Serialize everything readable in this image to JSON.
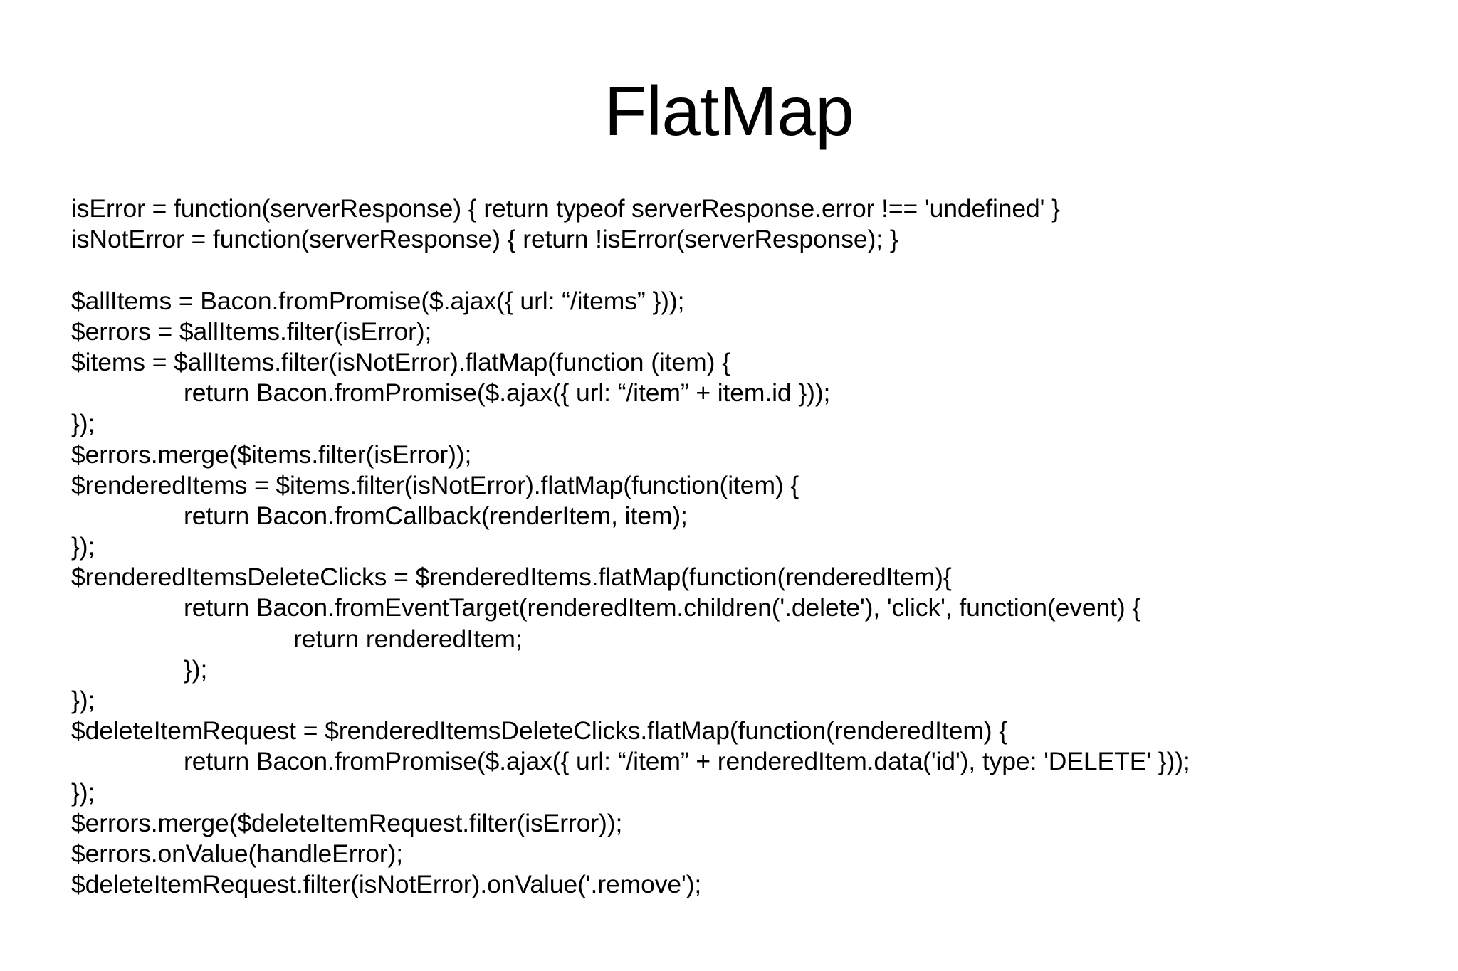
{
  "slide": {
    "title": "FlatMap",
    "background_color": "#ffffff",
    "text_color": "#000000"
  },
  "code": {
    "lines": [
      {
        "indent": 1,
        "text": "isError = function(serverResponse) { return typeof serverResponse.error !== 'undefined' }"
      },
      {
        "indent": 1,
        "text": "isNotError = function(serverResponse) { return !isError(serverResponse); }"
      },
      {
        "indent": 1,
        "text": ""
      },
      {
        "indent": 1,
        "text": "$allItems = Bacon.fromPromise($.ajax({ url: “/items” }));"
      },
      {
        "indent": 1,
        "text": "$errors = $allItems.filter(isError);"
      },
      {
        "indent": 1,
        "text": "$items = $allItems.filter(isNotError).flatMap(function (item) {"
      },
      {
        "indent": 2,
        "text": "return Bacon.fromPromise($.ajax({ url: “/item” + item.id }));"
      },
      {
        "indent": 1,
        "text": "});"
      },
      {
        "indent": 1,
        "text": "$errors.merge($items.filter(isError));"
      },
      {
        "indent": 1,
        "text": "$renderedItems = $items.filter(isNotError).flatMap(function(item) {"
      },
      {
        "indent": 2,
        "text": "return Bacon.fromCallback(renderItem, item);"
      },
      {
        "indent": 1,
        "text": "});"
      },
      {
        "indent": 1,
        "text": "$renderedItemsDeleteClicks = $renderedItems.flatMap(function(renderedItem){"
      },
      {
        "indent": 2,
        "text": "return Bacon.fromEventTarget(renderedItem.children('.delete'), 'click', function(event) {"
      },
      {
        "indent": 3,
        "text": "return renderedItem;"
      },
      {
        "indent": 2,
        "text": "});"
      },
      {
        "indent": 1,
        "text": "});"
      },
      {
        "indent": 1,
        "text": "$deleteItemRequest = $renderedItemsDeleteClicks.flatMap(function(renderedItem) {"
      },
      {
        "indent": 2,
        "text": "return Bacon.fromPromise($.ajax({ url: “/item” + renderedItem.data('id'), type: 'DELETE' }));"
      },
      {
        "indent": 1,
        "text": "});"
      },
      {
        "indent": 1,
        "text": "$errors.merge($deleteItemRequest.filter(isError));"
      },
      {
        "indent": 1,
        "text": "$errors.onValue(handleError);"
      },
      {
        "indent": 1,
        "text": "$deleteItemRequest.filter(isNotError).onValue('.remove');"
      }
    ]
  }
}
